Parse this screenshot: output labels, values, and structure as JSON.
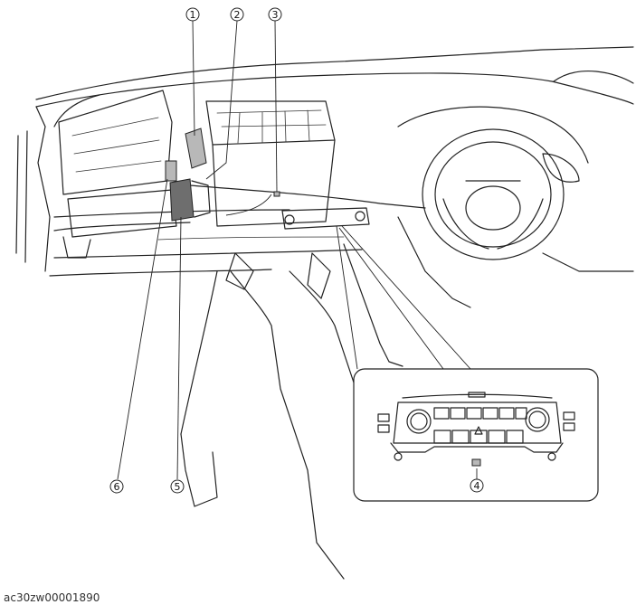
{
  "callouts": [
    {
      "id": "1",
      "label": "1"
    },
    {
      "id": "2",
      "label": "2"
    },
    {
      "id": "3",
      "label": "3"
    },
    {
      "id": "4",
      "label": "4"
    },
    {
      "id": "5",
      "label": "5"
    },
    {
      "id": "6",
      "label": "6"
    }
  ],
  "figure_code": "ac30zw00001890"
}
